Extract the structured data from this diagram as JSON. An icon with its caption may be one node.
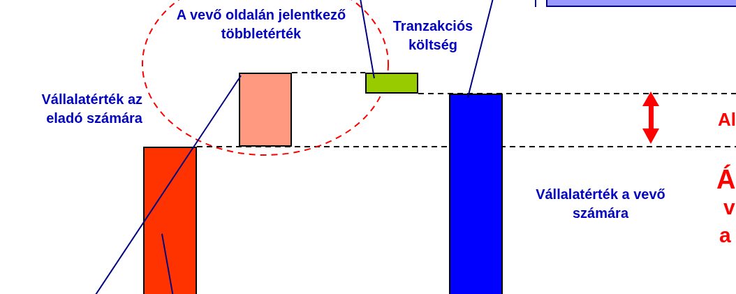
{
  "diagram": {
    "nodes": [
      {
        "text": [],
        "shape": "bar"
      },
      {
        "text": [],
        "shape": "bar"
      },
      {
        "text": [],
        "shape": "bar"
      },
      {
        "text": [],
        "shape": "bar"
      },
      {
        "text": [],
        "shape": "box"
      },
      {
        "text": [
          "A vevő oldalán jelentkező többletérték"
        ]
      },
      {
        "text": [
          "Tranzakciós költség"
        ]
      },
      {
        "text": [
          "Vállalatérték az eladó számára"
        ]
      },
      {
        "text": [
          "Vállalatérték a vevő számára"
        ]
      }
    ],
    "edges": [
      {
        "from": null,
        "to": 1,
        "arrow": "none"
      },
      {
        "from": null,
        "to": 0,
        "arrow": "none"
      },
      {
        "from": null,
        "to": 2,
        "arrow": "none"
      },
      {
        "from": null,
        "to": 3,
        "arrow": "none"
      },
      {
        "from": 1,
        "to": 2,
        "arrow": "none",
        "style": "dashed",
        "color": "#000000"
      }
    ],
    "labels": [
      "Al",
      "Á",
      "v",
      "a"
    ]
  }
}
